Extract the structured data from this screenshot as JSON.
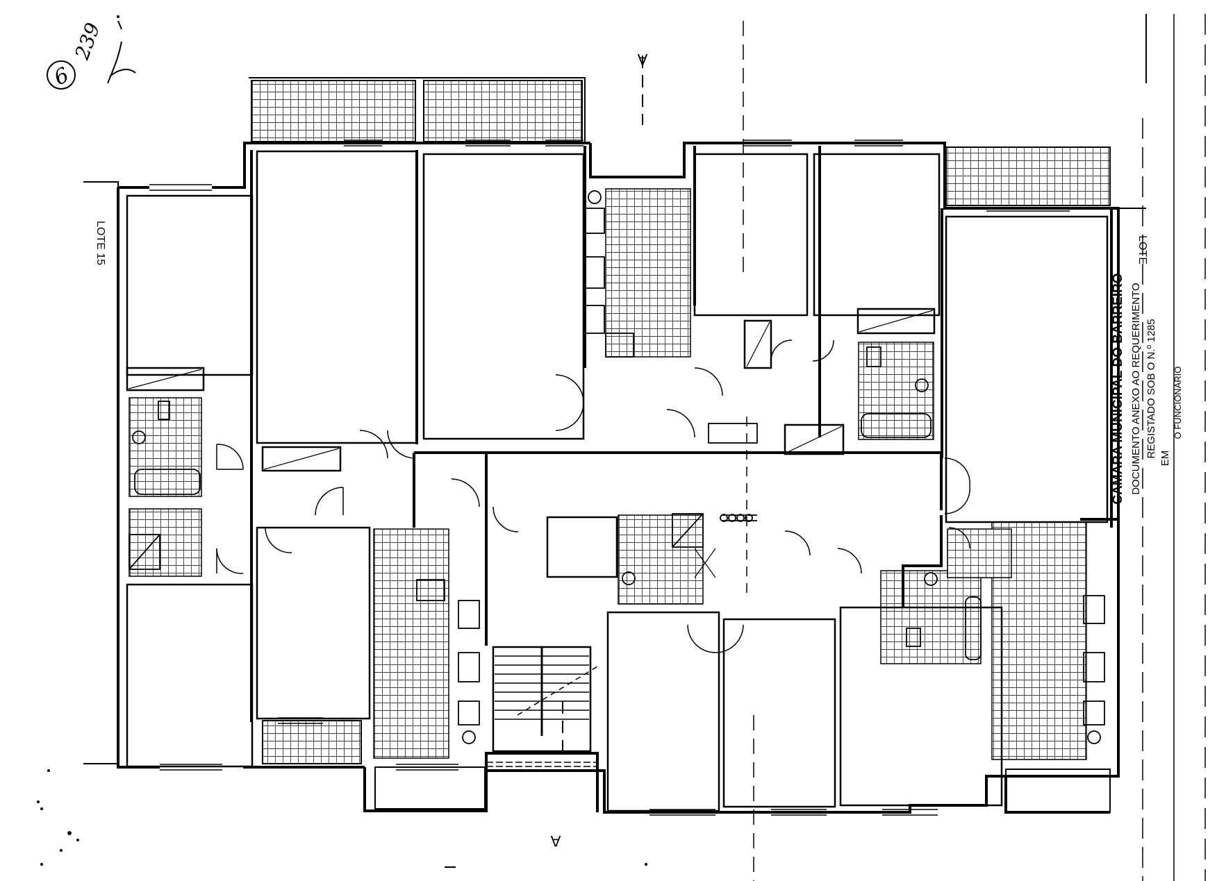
{
  "drawing": {
    "sheet_mark": "6",
    "sheet_ref": "239",
    "section_mark_top": "A",
    "section_mark_bottom": "A",
    "lot_left": "LOTE 15",
    "lot_right": "LOTE"
  },
  "stamp": {
    "line1": "CAMARA MUNICIPAL DO BARREIRO",
    "line2": "DOCUMENTO ANEXO AO REQUERIMENTO",
    "line3": "REGISTADO SOB O N.º 1285",
    "line4": "EM",
    "line5": "O FUNCIONARIO"
  },
  "palette": {
    "line": "#000000",
    "paper": "#ffffff"
  }
}
